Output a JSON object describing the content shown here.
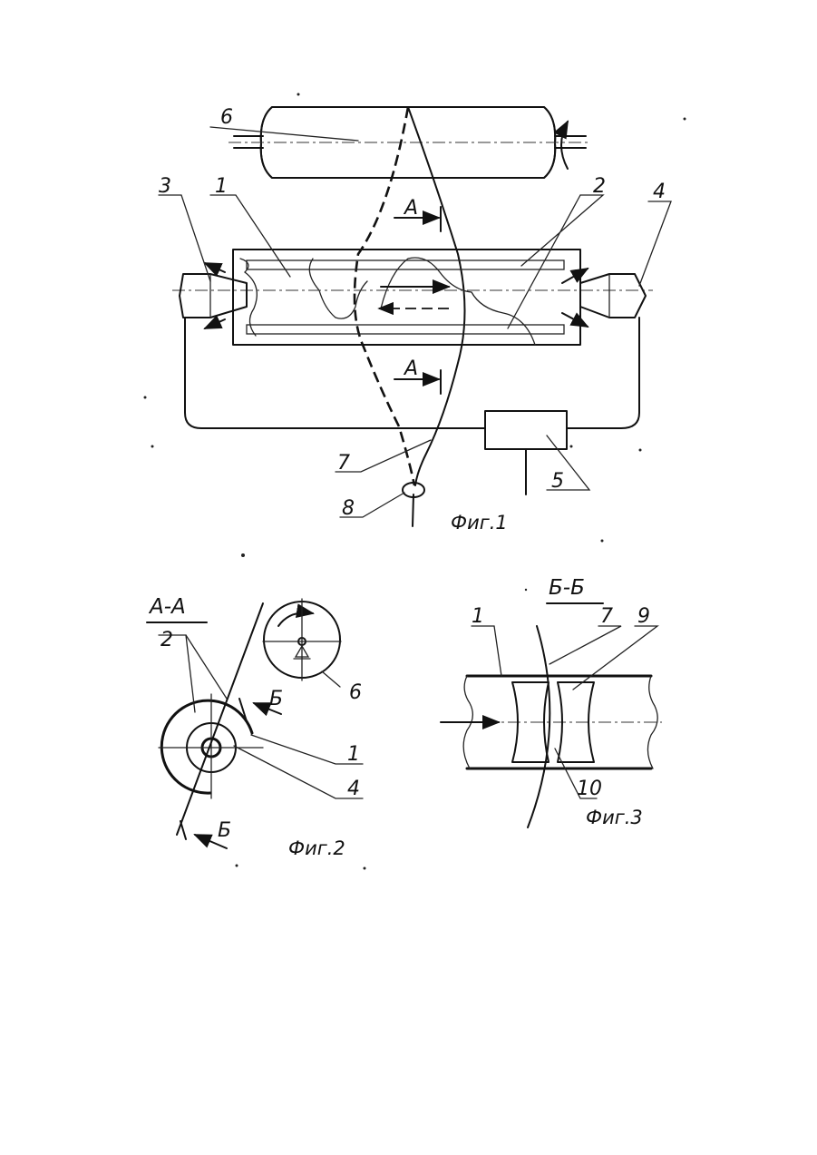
{
  "figure1": {
    "caption": "Фиг.1",
    "labels": {
      "l1": "1",
      "l2": "2",
      "l3": "3",
      "l4": "4",
      "l5": "5",
      "l6": "6",
      "l7": "7",
      "l8": "8"
    },
    "section_upper": "А",
    "section_lower": "А"
  },
  "figure2": {
    "caption": "Фиг.2",
    "section_title": "А-А",
    "labels": {
      "l1": "1",
      "l2": "2",
      "l4": "4",
      "l6": "6"
    },
    "section_mark_upper": "Б",
    "section_mark_lower": "Б"
  },
  "figure3": {
    "caption": "Фиг.3",
    "section_title": "Б-Б",
    "labels": {
      "l1": "1",
      "l7": "7",
      "l9": "9",
      "l10": "10"
    }
  }
}
